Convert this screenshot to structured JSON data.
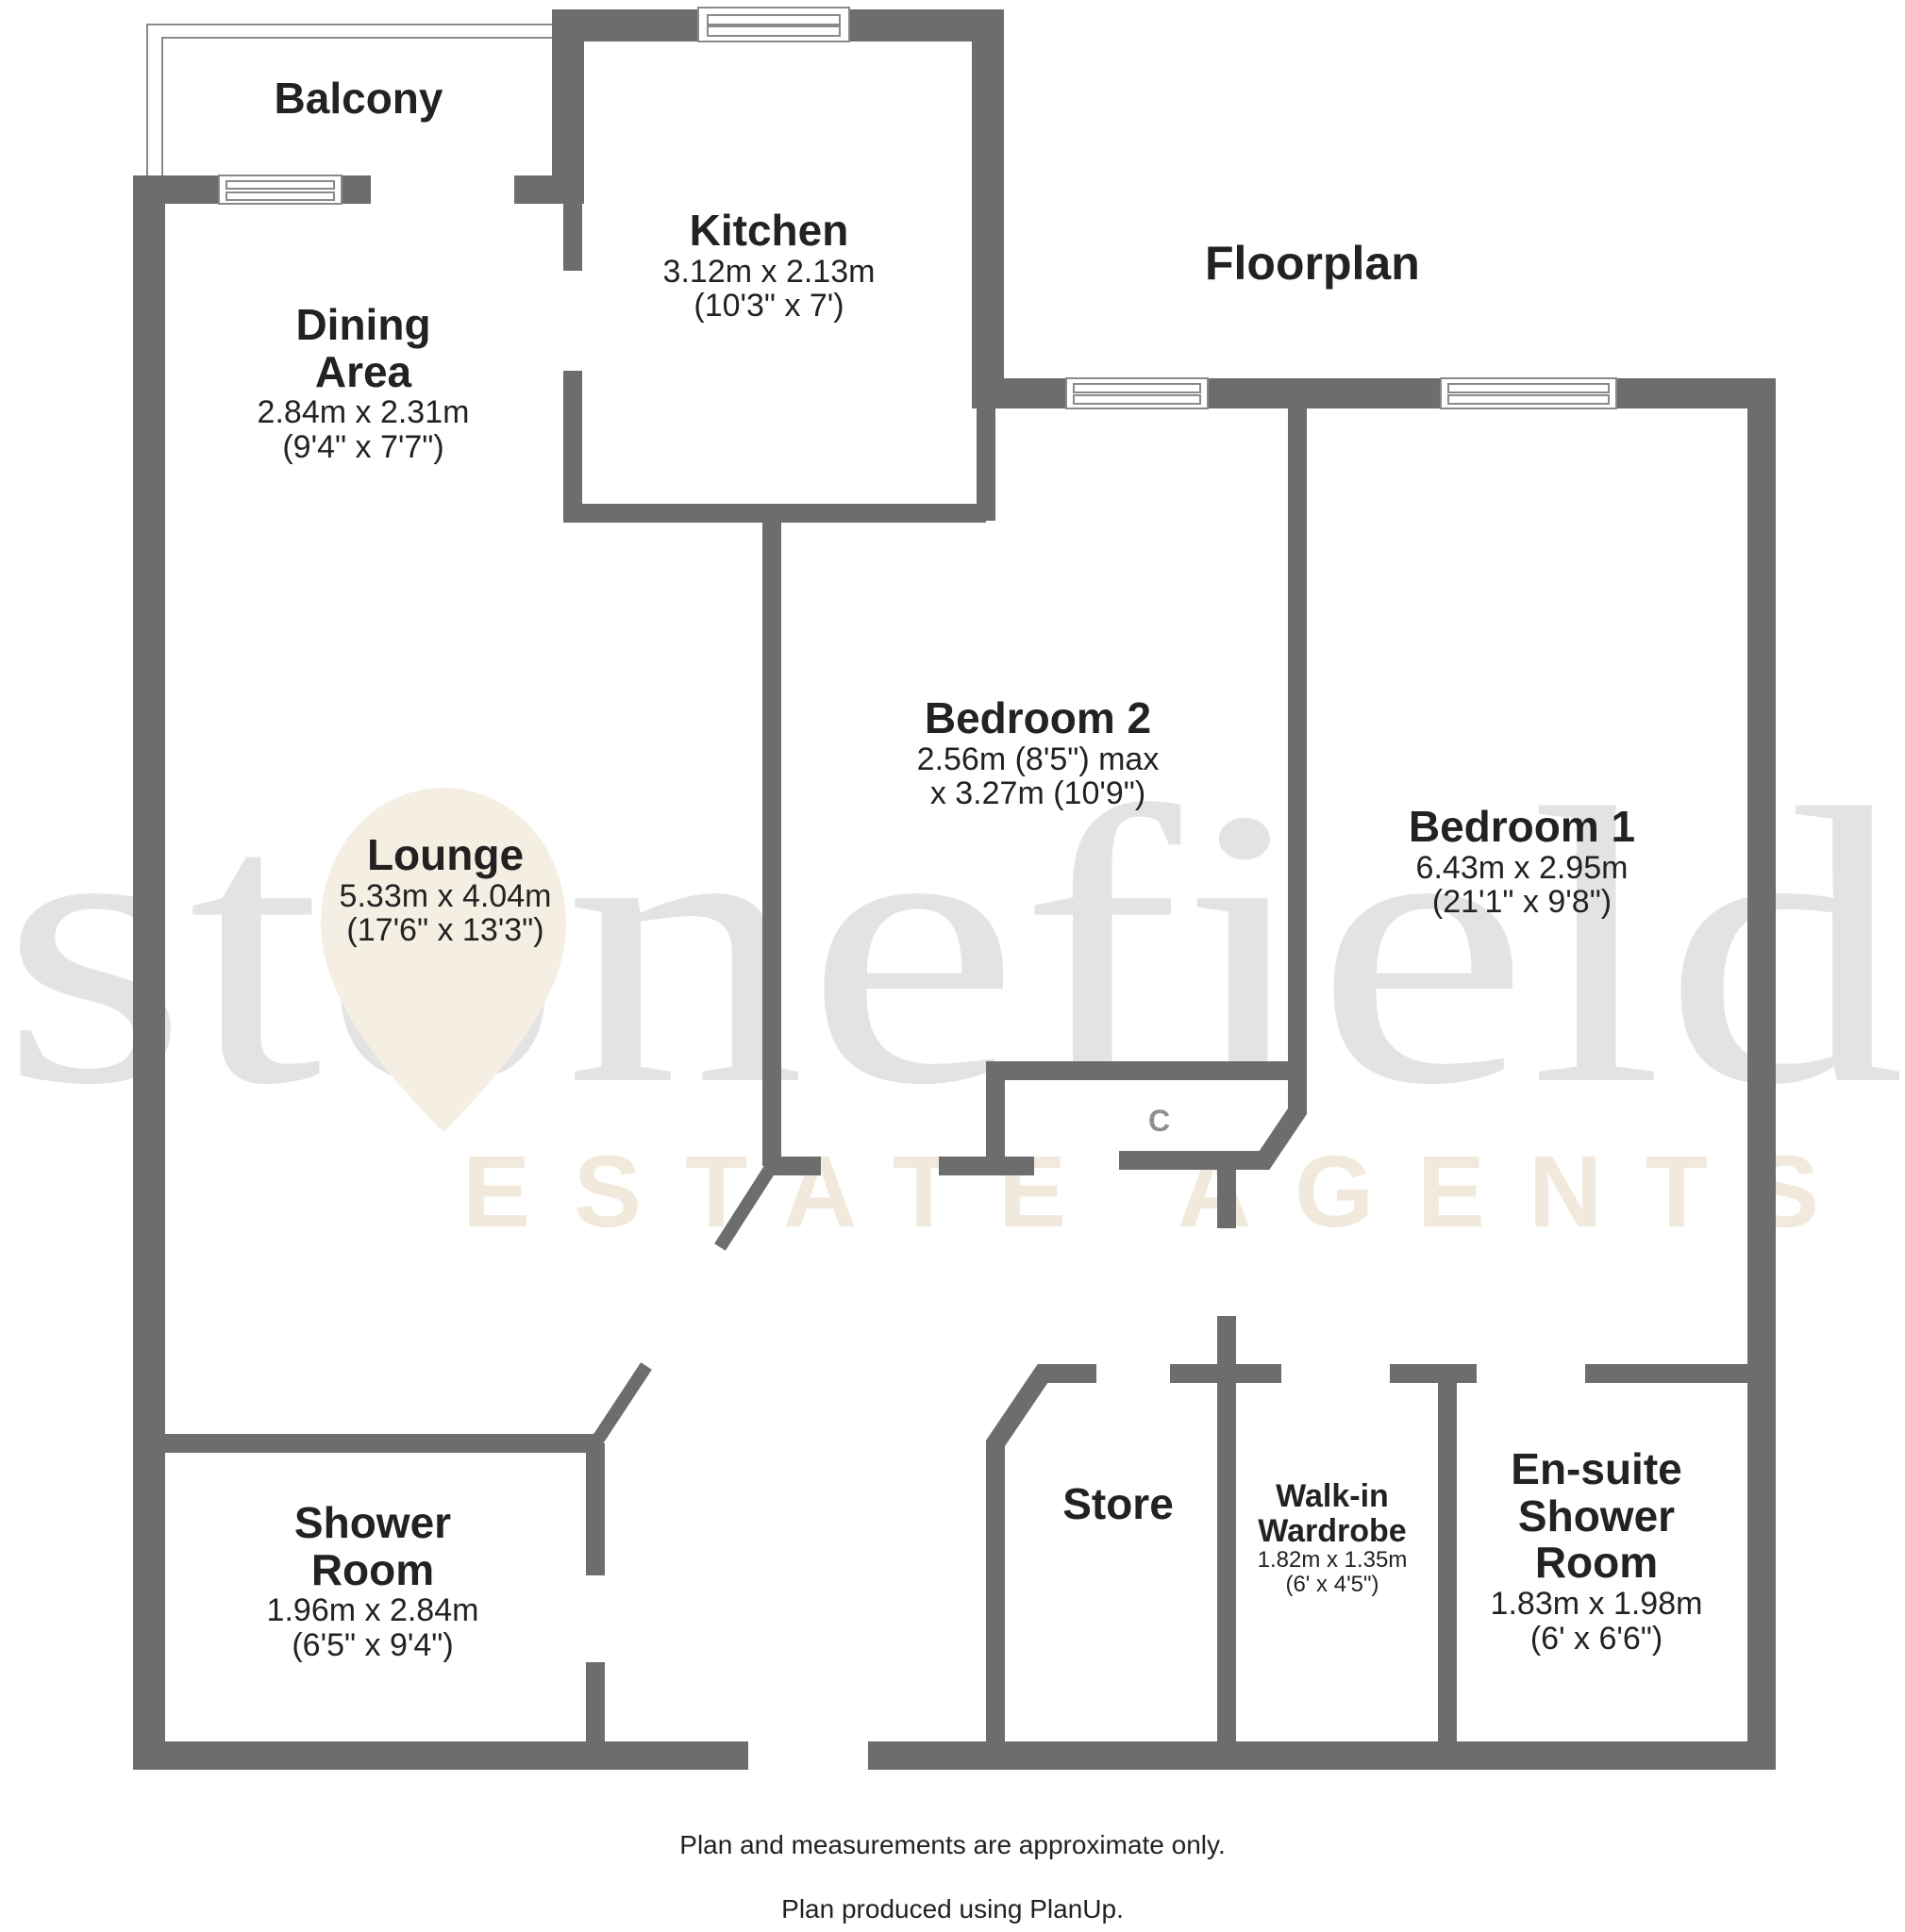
{
  "title": "Floorplan",
  "watermark": {
    "brand": "stonefield",
    "tagline": "ESTATE AGENTS",
    "text_color": "#e3e3e3",
    "pin_color": "#f3ebdc"
  },
  "wall_color": "#6d6d6d",
  "rooms": {
    "balcony": {
      "name": "Balcony"
    },
    "kitchen": {
      "name": "Kitchen",
      "dim_metric": "3.12m x 2.13m",
      "dim_imperial": "(10'3\" x 7')"
    },
    "dining": {
      "name_line1": "Dining",
      "name_line2": "Area",
      "dim_metric": "2.84m x 2.31m",
      "dim_imperial": "(9'4\" x 7'7\")"
    },
    "bedroom2": {
      "name": "Bedroom 2",
      "dim_line1": "2.56m (8'5\") max",
      "dim_line2": "x 3.27m (10'9\")"
    },
    "lounge": {
      "name": "Lounge",
      "dim_metric": "5.33m x 4.04m",
      "dim_imperial": "(17'6\" x 13'3\")"
    },
    "bedroom1": {
      "name": "Bedroom 1",
      "dim_metric": "6.43m x 2.95m",
      "dim_imperial": "(21'1\" x 9'8\")"
    },
    "cupboard": {
      "name": "C"
    },
    "shower_room": {
      "name_line1": "Shower",
      "name_line2": "Room",
      "dim_metric": "1.96m x 2.84m",
      "dim_imperial": "(6'5\" x 9'4\")"
    },
    "store": {
      "name": "Store"
    },
    "wardrobe": {
      "name_line1": "Walk-in",
      "name_line2": "Wardrobe",
      "dim_metric": "1.82m x 1.35m",
      "dim_imperial": "(6' x 4'5\")"
    },
    "ensuite": {
      "name_line1": "En-suite",
      "name_line2": "Shower",
      "name_line3": "Room",
      "dim_metric": "1.83m x 1.98m",
      "dim_imperial": "(6' x 6'6\")"
    }
  },
  "footer": {
    "line1": "Plan and measurements are approximate only.",
    "line2": "Plan produced using PlanUp."
  }
}
